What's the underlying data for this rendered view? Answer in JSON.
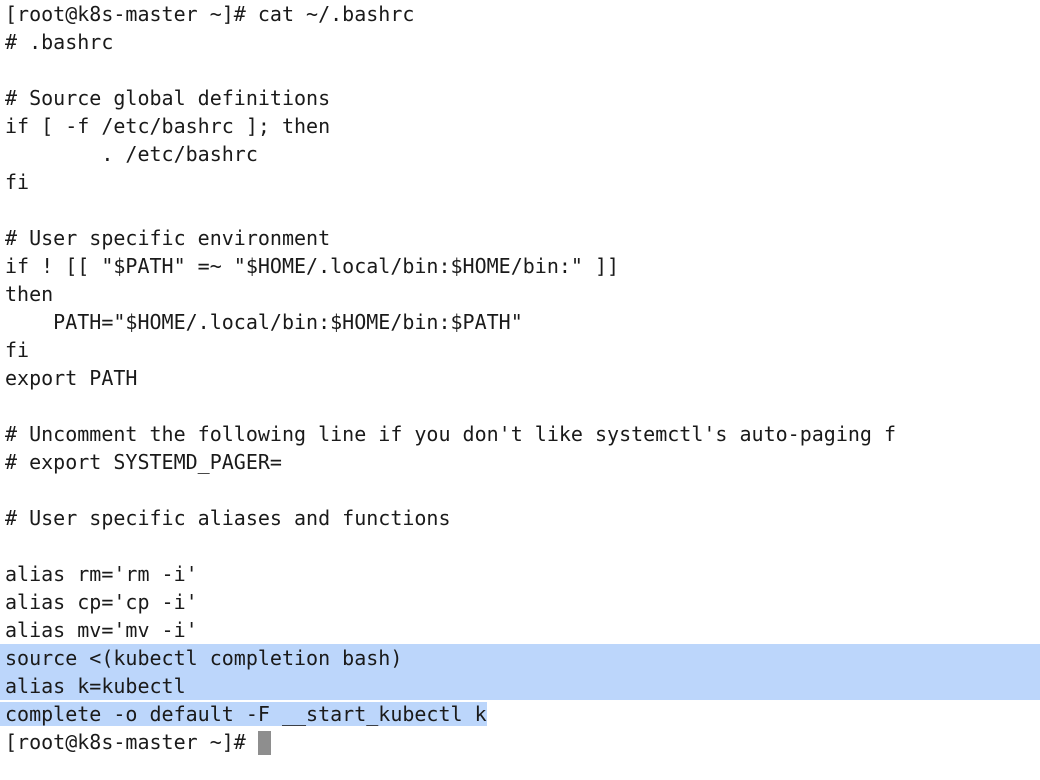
{
  "terminal": {
    "prompt": "[root@k8s-master ~]# ",
    "lines": [
      "[root@k8s-master ~]# cat ~/.bashrc",
      "# .bashrc",
      "",
      "# Source global definitions",
      "if [ -f /etc/bashrc ]; then",
      "        . /etc/bashrc",
      "fi",
      "",
      "# User specific environment",
      "if ! [[ \"$PATH\" =~ \"$HOME/.local/bin:$HOME/bin:\" ]]",
      "then",
      "    PATH=\"$HOME/.local/bin:$HOME/bin:$PATH\"",
      "fi",
      "export PATH",
      "",
      "# Uncomment the following line if you don't like systemctl's auto-paging f",
      "# export SYSTEMD_PAGER=",
      "",
      "# User specific aliases and functions",
      "",
      "alias rm='rm -i'",
      "alias cp='cp -i'",
      "alias mv='mv -i'",
      "source <(kubectl completion bash)",
      "alias k=kubectl",
      "complete -o default -F __start_kubectl k"
    ],
    "selection_color": "#bcd6fb",
    "cursor_color": "#8e8e8e"
  }
}
